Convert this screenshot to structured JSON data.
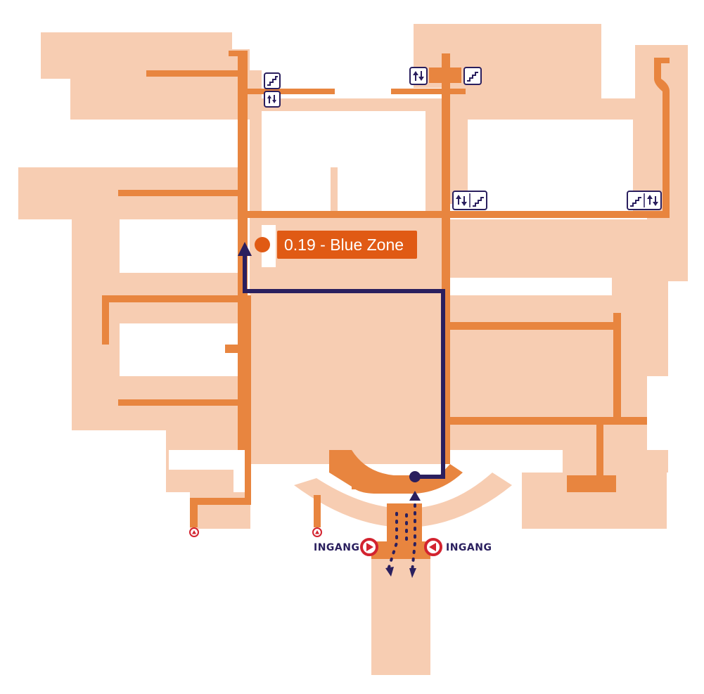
{
  "map": {
    "destination": {
      "label": "0.19 - Blue Zone"
    },
    "entrances": [
      {
        "label": "INGANG"
      },
      {
        "label": "INGANG"
      }
    ],
    "icons": {
      "stairs": "stairs-icon",
      "elevator": "elevator-icon",
      "entrance_marker": "entrance-arrow-icon",
      "emergency_exit": "exit-triangle-icon",
      "destination_marker": "destination-dot-icon"
    },
    "colors": {
      "floor_area": "#f7cdb2",
      "corridor": "#e8853f",
      "route": "#2a1f5e",
      "destination_badge": "#e05a14",
      "entrance_red": "#d3232f",
      "background": "#ffffff"
    }
  }
}
